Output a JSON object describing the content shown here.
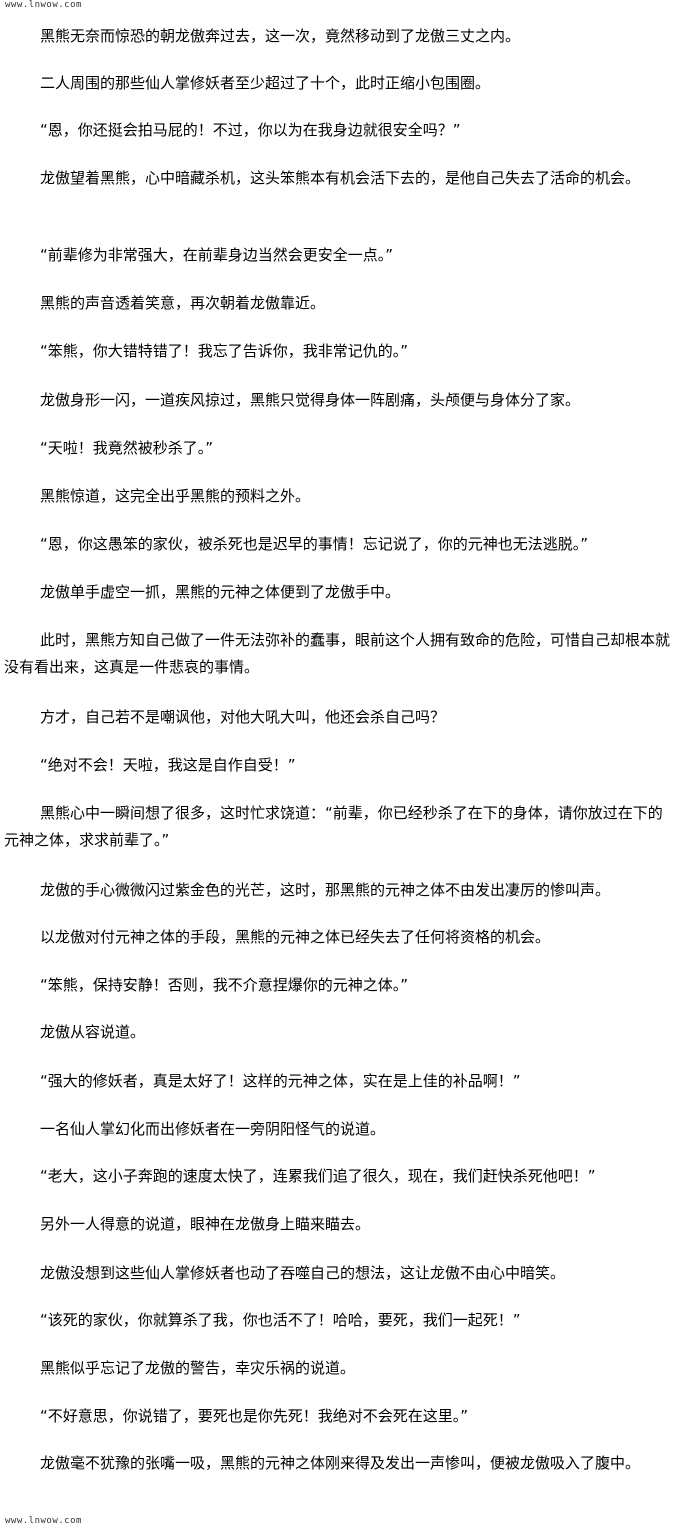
{
  "watermark": {
    "site_top": "www.lnwow.com",
    "site_bottom": "www.lnwow.com"
  },
  "paragraphs": [
    "黑熊无奈而惊恐的朝龙傲奔过去，这一次，竟然移动到了龙傲三丈之内。",
    "二人周围的那些仙人掌修妖者至少超过了十个，此时正缩小包围圈。",
    "“恩，你还挺会拍马屁的！不过，你以为在我身边就很安全吗？”",
    "龙傲望着黑熊，心中暗藏杀机，这头笨熊本有机会活下去的，是他自己失去了活命的机会。",
    "“前辈修为非常强大，在前辈身边当然会更安全一点。”",
    "黑熊的声音透着笑意，再次朝着龙傲靠近。",
    "“笨熊，你大错特错了！我忘了告诉你，我非常记仇的。”",
    "龙傲身形一闪，一道疾风掠过，黑熊只觉得身体一阵剧痛，头颅便与身体分了家。",
    "“天啦！我竟然被秒杀了。”",
    "黑熊惊道，这完全出乎黑熊的预料之外。",
    "“恩，你这愚笨的家伙，被杀死也是迟早的事情！忘记说了，你的元神也无法逃脱。”",
    "龙傲单手虚空一抓，黑熊的元神之体便到了龙傲手中。",
    "此时，黑熊方知自己做了一件无法弥补的蠢事，眼前这个人拥有致命的危险，可惜自己却根本就没有看出来，这真是一件悲哀的事情。",
    "方才，自己若不是嘲讽他，对他大吼大叫，他还会杀自己吗？",
    "“绝对不会！天啦，我这是自作自受！”",
    "黑熊心中一瞬间想了很多，这时忙求饶道：“前辈，你已经秒杀了在下的身体，请你放过在下的元神之体，求求前辈了。”",
    "龙傲的手心微微闪过紫金色的光芒，这时，那黑熊的元神之体不由发出凄厉的惨叫声。",
    "以龙傲对付元神之体的手段，黑熊的元神之体已经失去了任何将资格的机会。",
    "“笨熊，保持安静！否则，我不介意捏爆你的元神之体。”",
    "龙傲从容说道。",
    "“强大的修妖者，真是太好了！这样的元神之体，实在是上佳的补品啊！”",
    "一名仙人掌幻化而出修妖者在一旁阴阳怪气的说道。",
    "“老大，这小子奔跑的速度太快了，连累我们追了很久，现在，我们赶快杀死他吧！”",
    "另外一人得意的说道，眼神在龙傲身上瞄来瞄去。",
    "龙傲没想到这些仙人掌修妖者也动了吞噬自己的想法，这让龙傲不由心中暗笑。",
    "“该死的家伙，你就算杀了我，你也活不了！哈哈，要死，我们一起死！”",
    "黑熊似乎忘记了龙傲的警告，幸灾乐祸的说道。",
    "“不好意思，你说错了，要死也是你先死！我绝对不会死在这里。”",
    "龙傲毫不犹豫的张嘴一吸，黑熊的元神之体刚来得及发出一声惨叫，便被龙傲吸入了腹中。"
  ]
}
